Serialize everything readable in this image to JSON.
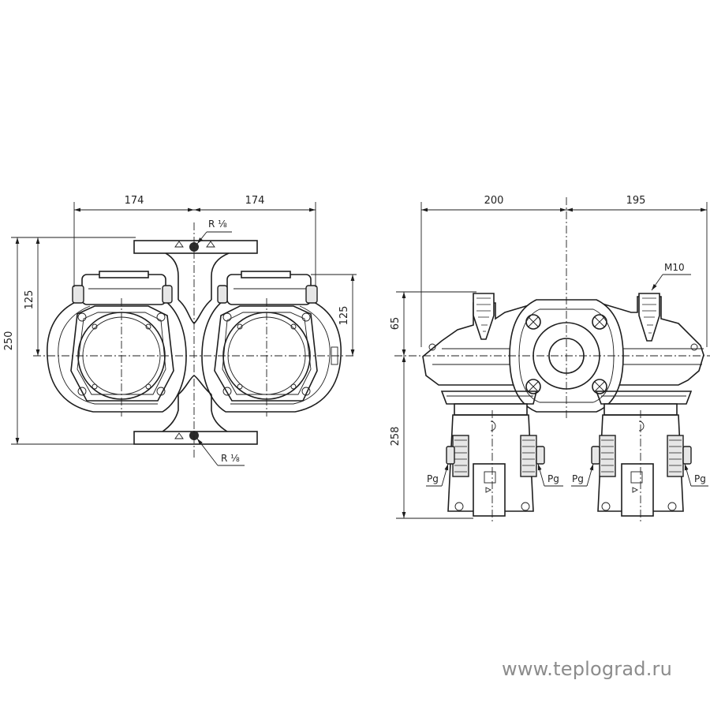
{
  "left_view": {
    "dim_left_width": "174",
    "dim_right_width": "174",
    "dim_total_height": "250",
    "dim_left_axis_height": "125",
    "dim_right_axis_height": "125",
    "thread_top": "R ⅛",
    "thread_bottom": "R ⅛"
  },
  "right_view": {
    "dim_left_width": "200",
    "dim_right_width": "195",
    "dim_upper_height": "65",
    "dim_lower_height": "258",
    "bolt_label": "M10",
    "gland_labels": [
      "Pg",
      "Pg",
      "Pg",
      "Pg"
    ]
  },
  "watermark": "www.teplograd.ru"
}
